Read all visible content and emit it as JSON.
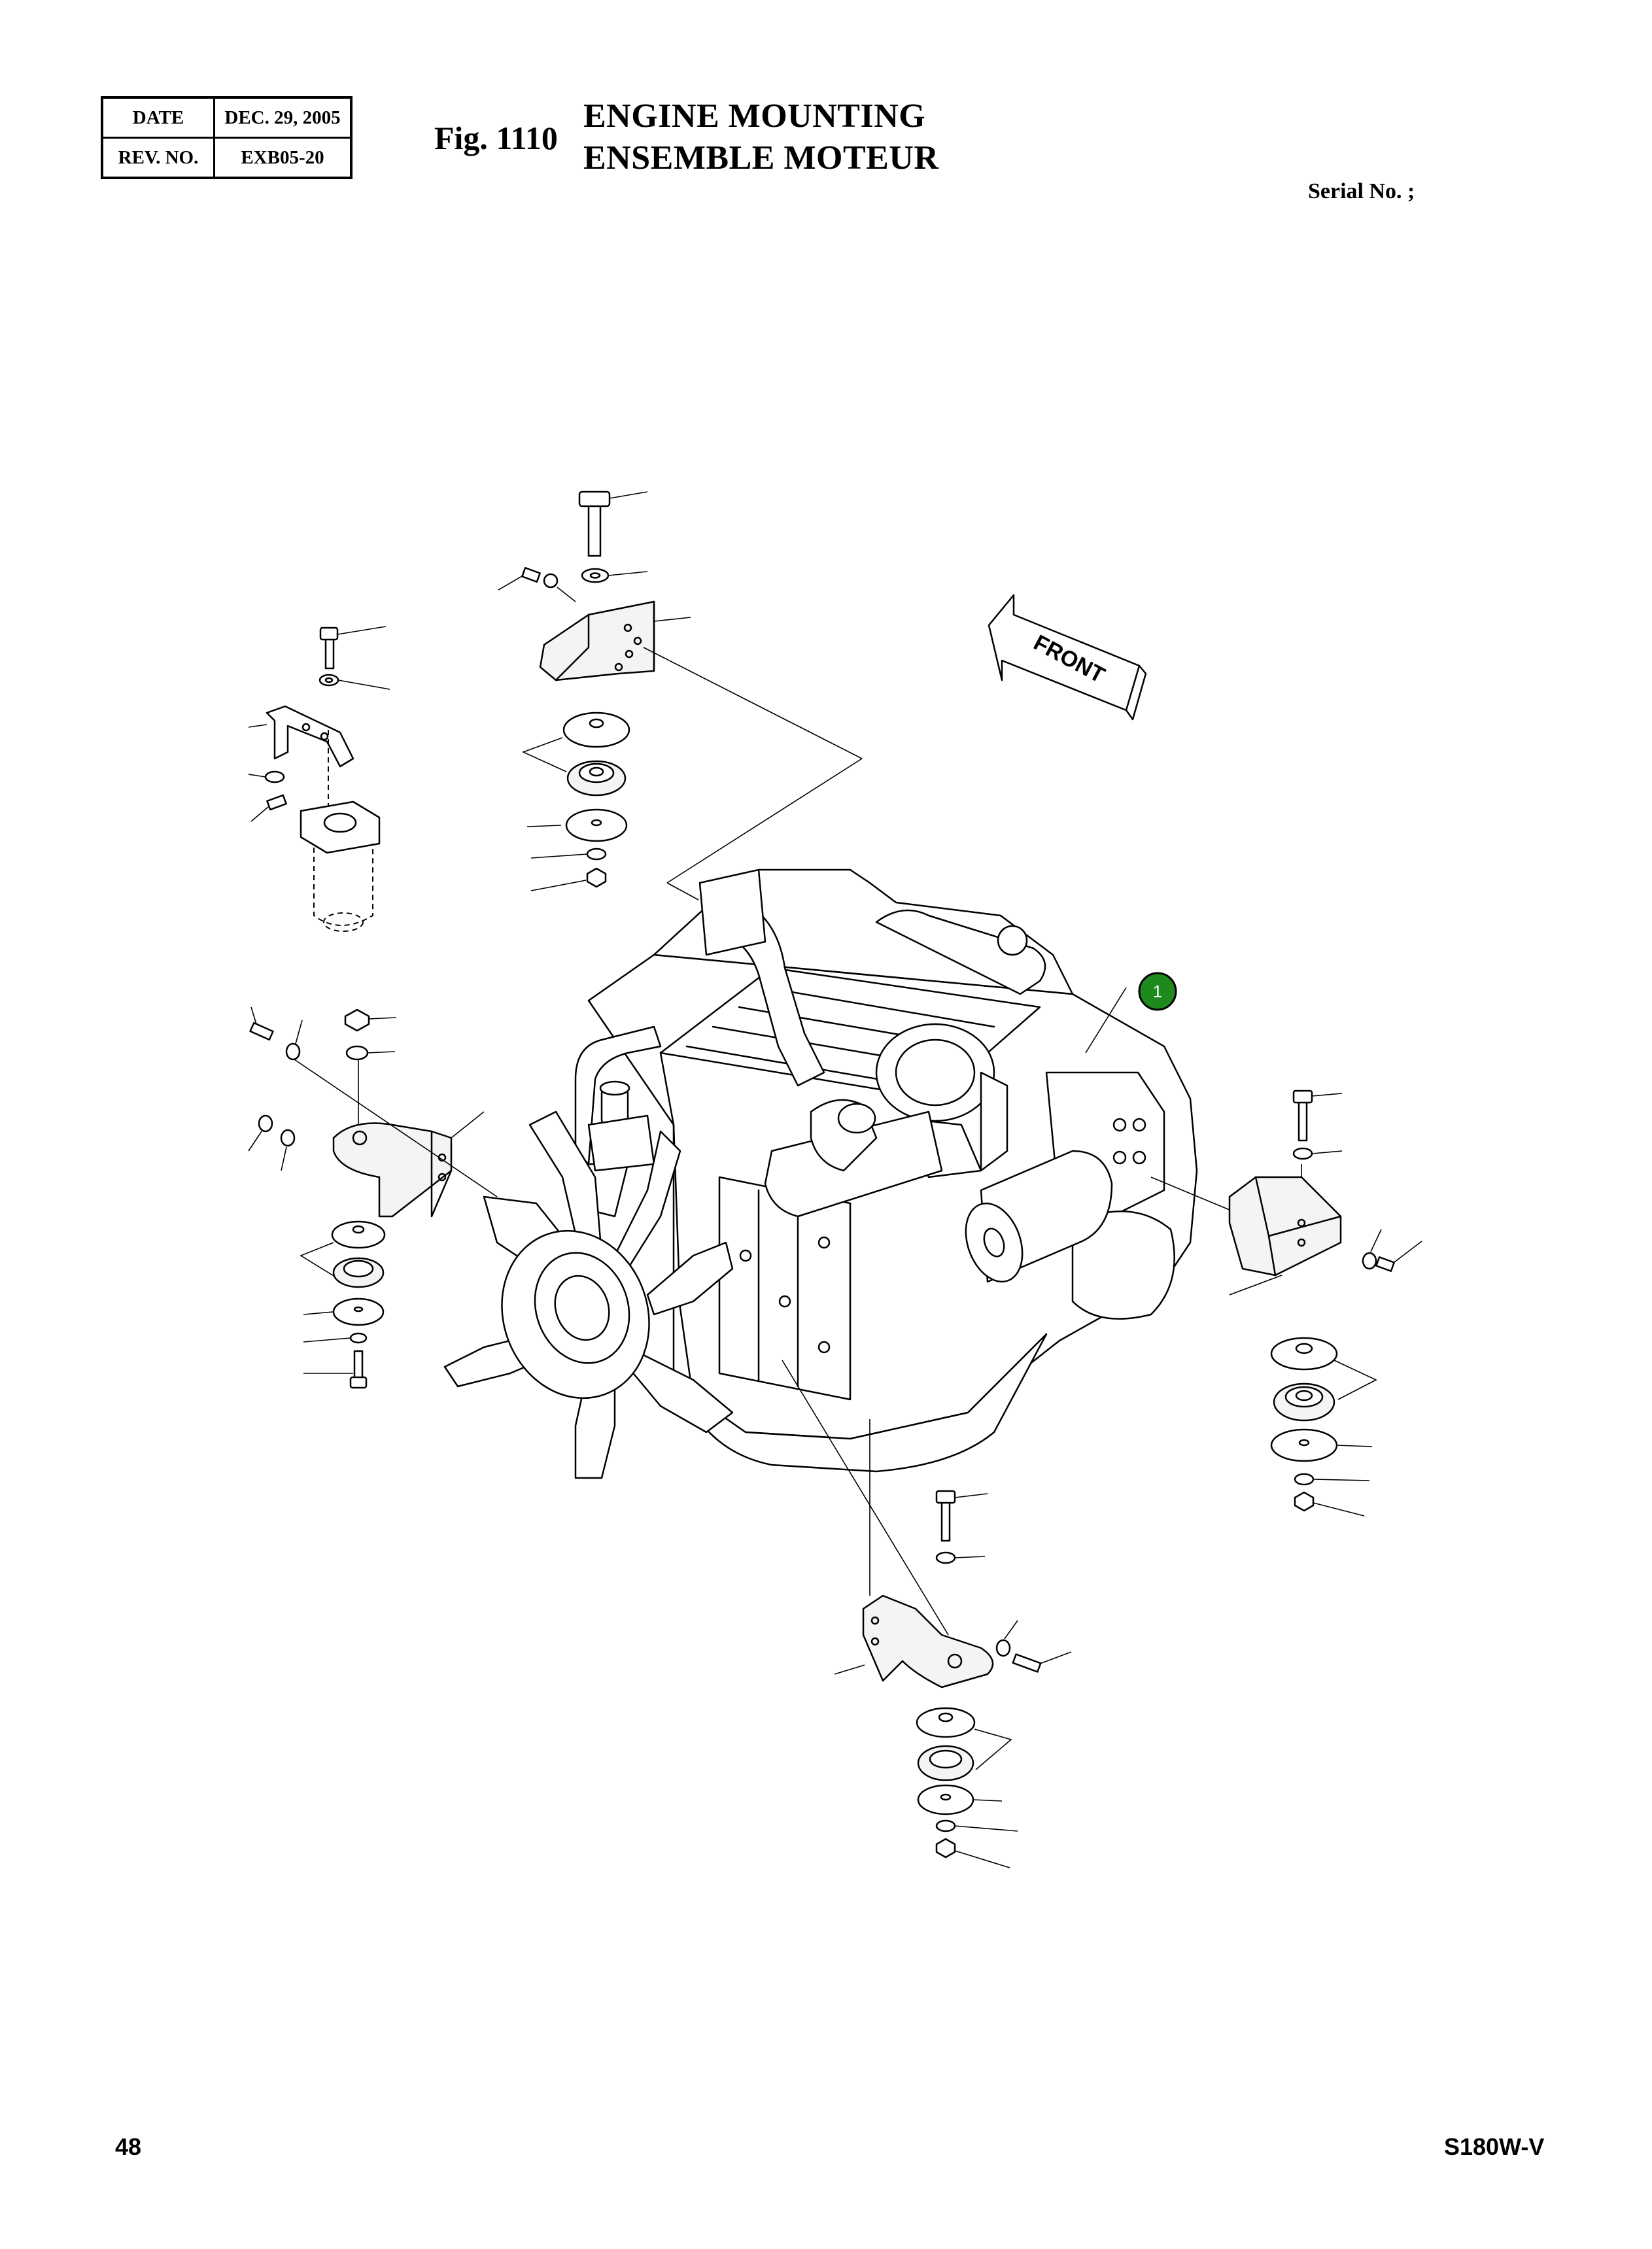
{
  "header": {
    "date_label": "DATE",
    "date_value": "DEC. 29, 2005",
    "rev_label": "REV. NO.",
    "rev_value": "EXB05-20",
    "figure_number": "Fig. 1110",
    "title_en": "ENGINE MOUNTING",
    "title_fr": "ENSEMBLE MOTEUR",
    "serial": "Serial No. ;"
  },
  "diagram": {
    "direction_label": "FRONT",
    "callouts": [
      {
        "label": "1"
      }
    ]
  },
  "footer": {
    "page_number": "48",
    "model": "S180W-V"
  }
}
